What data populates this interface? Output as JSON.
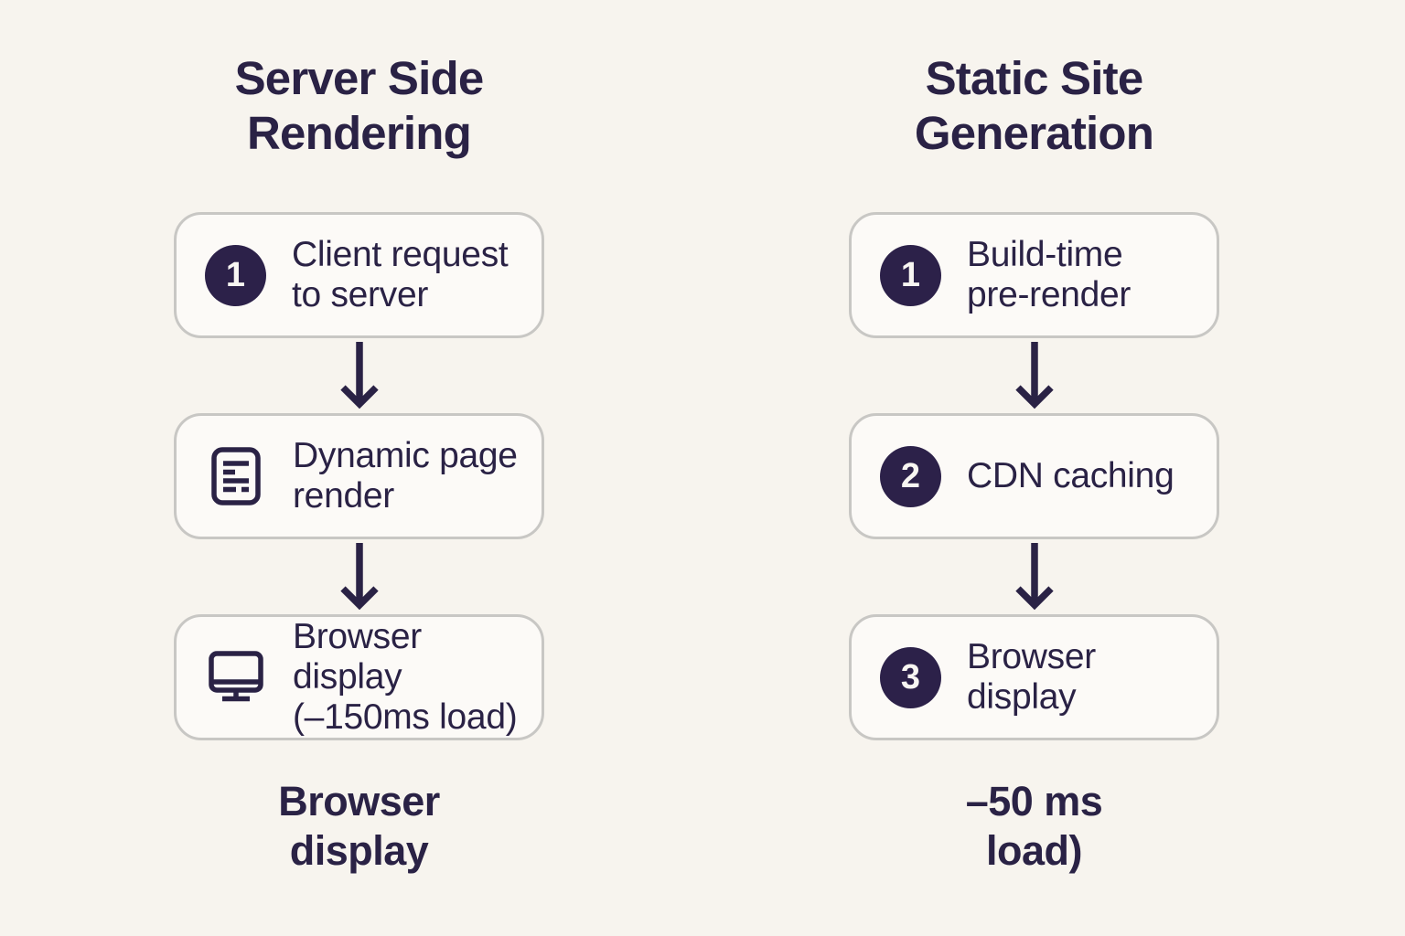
{
  "colors": {
    "background": "#f7f4ee",
    "box_fill": "#fcfaf7",
    "box_border": "#c8c7c4",
    "ink": "#2a2245",
    "badge_fill": "#2c2149",
    "badge_text": "#f8f6f2"
  },
  "columns": [
    {
      "title": "Server Side\nRendering",
      "steps": [
        {
          "marker": {
            "type": "badge",
            "label": "1"
          },
          "text": "Client request\nto server"
        },
        {
          "marker": {
            "type": "icon",
            "icon": "document-icon"
          },
          "text": "Dynamic page\nrender"
        },
        {
          "marker": {
            "type": "icon",
            "icon": "monitor-icon"
          },
          "text": "Browser display\n(–150ms load)"
        }
      ],
      "footer": "Browser\ndisplay"
    },
    {
      "title": "Static Site\nGeneration",
      "steps": [
        {
          "marker": {
            "type": "badge",
            "label": "1"
          },
          "text": "Build-time\npre-render"
        },
        {
          "marker": {
            "type": "badge",
            "label": "2"
          },
          "text": "CDN caching"
        },
        {
          "marker": {
            "type": "badge",
            "label": "3"
          },
          "text": "Browser\ndisplay"
        }
      ],
      "footer": "–50 ms\nload)"
    }
  ]
}
